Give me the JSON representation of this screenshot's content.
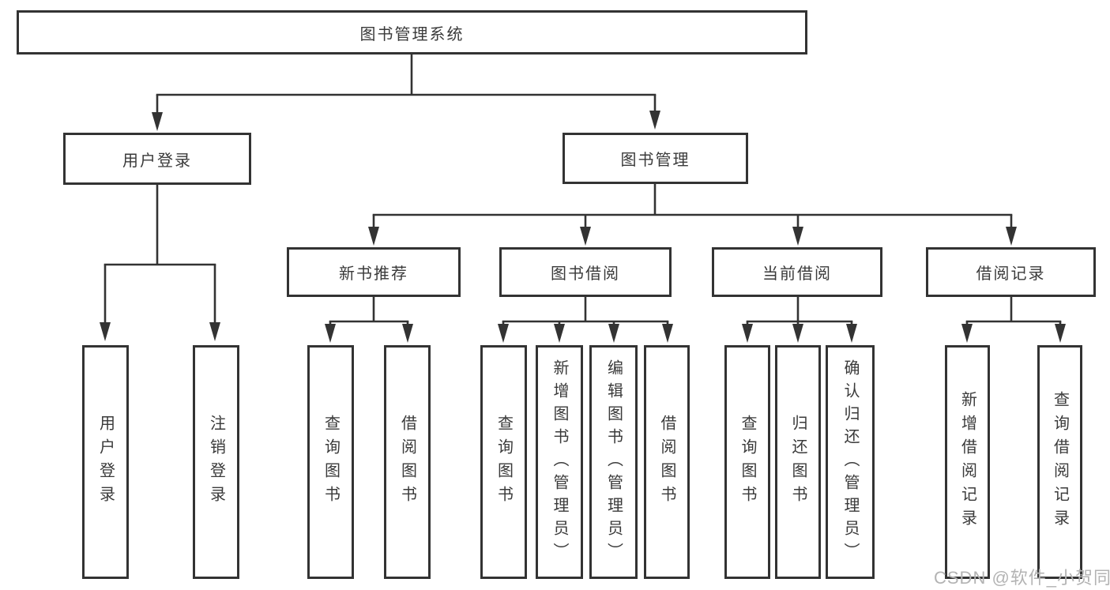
{
  "tree": {
    "root": "图书管理系统",
    "branches": [
      {
        "label": "用户登录",
        "children": [
          "用户登录",
          "注销登录"
        ]
      },
      {
        "label": "图书管理",
        "sections": [
          {
            "label": "新书推荐",
            "children": [
              "查询图书",
              "借阅图书"
            ]
          },
          {
            "label": "图书借阅",
            "children": [
              "查询图书",
              "新增图书（管理员）",
              "编辑图书（管理员）",
              "借阅图书"
            ]
          },
          {
            "label": "当前借阅",
            "children": [
              "查询图书",
              "归还图书",
              "确认归还（管理员）"
            ]
          },
          {
            "label": "借阅记录",
            "children": [
              "新增借阅记录",
              "查询借阅记录"
            ]
          }
        ]
      }
    ]
  },
  "watermark": {
    "text": "CSDN @软件_小贺同学"
  },
  "colors": {
    "line": "#333333",
    "box_border": "#333333",
    "text": "#3a3a3a",
    "watermark": "#b3b3b3",
    "background": "#ffffff"
  }
}
